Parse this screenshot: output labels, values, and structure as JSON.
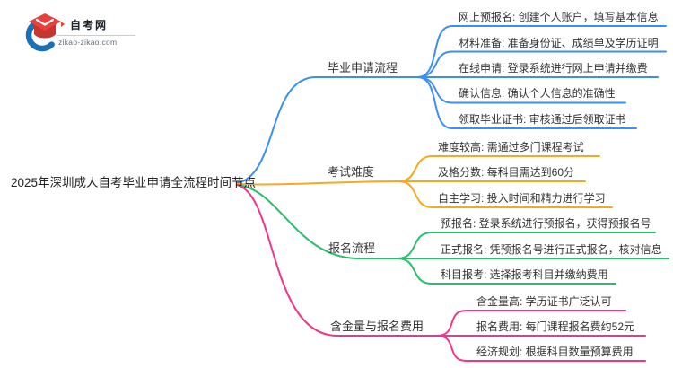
{
  "brand": {
    "name": "自考网",
    "domain": "zikao-zikao.com",
    "icon_blue": "#1A6FB5",
    "icon_red": "#E8413B"
  },
  "central_topic": "2025年深圳成人自考毕业申请全流程时间节点",
  "branches": [
    {
      "label": "毕业申请流程",
      "color": "#3D8EF2",
      "items": [
        "网上预报名: 创建个人账户，填写基本信息",
        "材料准备: 准备身份证、成绩单及学历证明",
        "在线申请: 登录系统进行网上申请并缴费",
        "确认信息: 确认个人信息的准确性",
        "领取毕业证书: 审核通过后领取证书"
      ]
    },
    {
      "label": "考试难度",
      "color": "#F7A823",
      "items": [
        "难度较高: 需通过多门课程考试",
        "及格分数: 每科目需达到60分",
        "自主学习: 投入时间和精力进行学习"
      ]
    },
    {
      "label": "报名流程",
      "color": "#2BBE69",
      "items": [
        "预报名: 登录系统进行预报名，获得预报名号",
        "正式报名: 凭预报名号进行正式报名，核对信息",
        "科目报考: 选择报考科目并缴纳费用"
      ]
    },
    {
      "label": "含金量与报名费用",
      "color": "#F23489",
      "items": [
        "含金量高: 学历证书广泛认可",
        "报名费用: 每门课程报名费约52元",
        "经济规划: 根据科目数量预算费用"
      ]
    }
  ]
}
